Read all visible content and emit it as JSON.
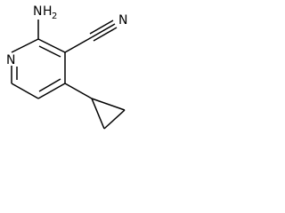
{
  "molecule": {
    "atoms": {
      "nitrogen_ring": "N",
      "amino_n": "N",
      "amino_h": "H",
      "amino_sub": "2",
      "nitrile_n": "N"
    },
    "colors": {
      "bond": "#000000",
      "label": "#000000",
      "background": "#ffffff"
    }
  }
}
